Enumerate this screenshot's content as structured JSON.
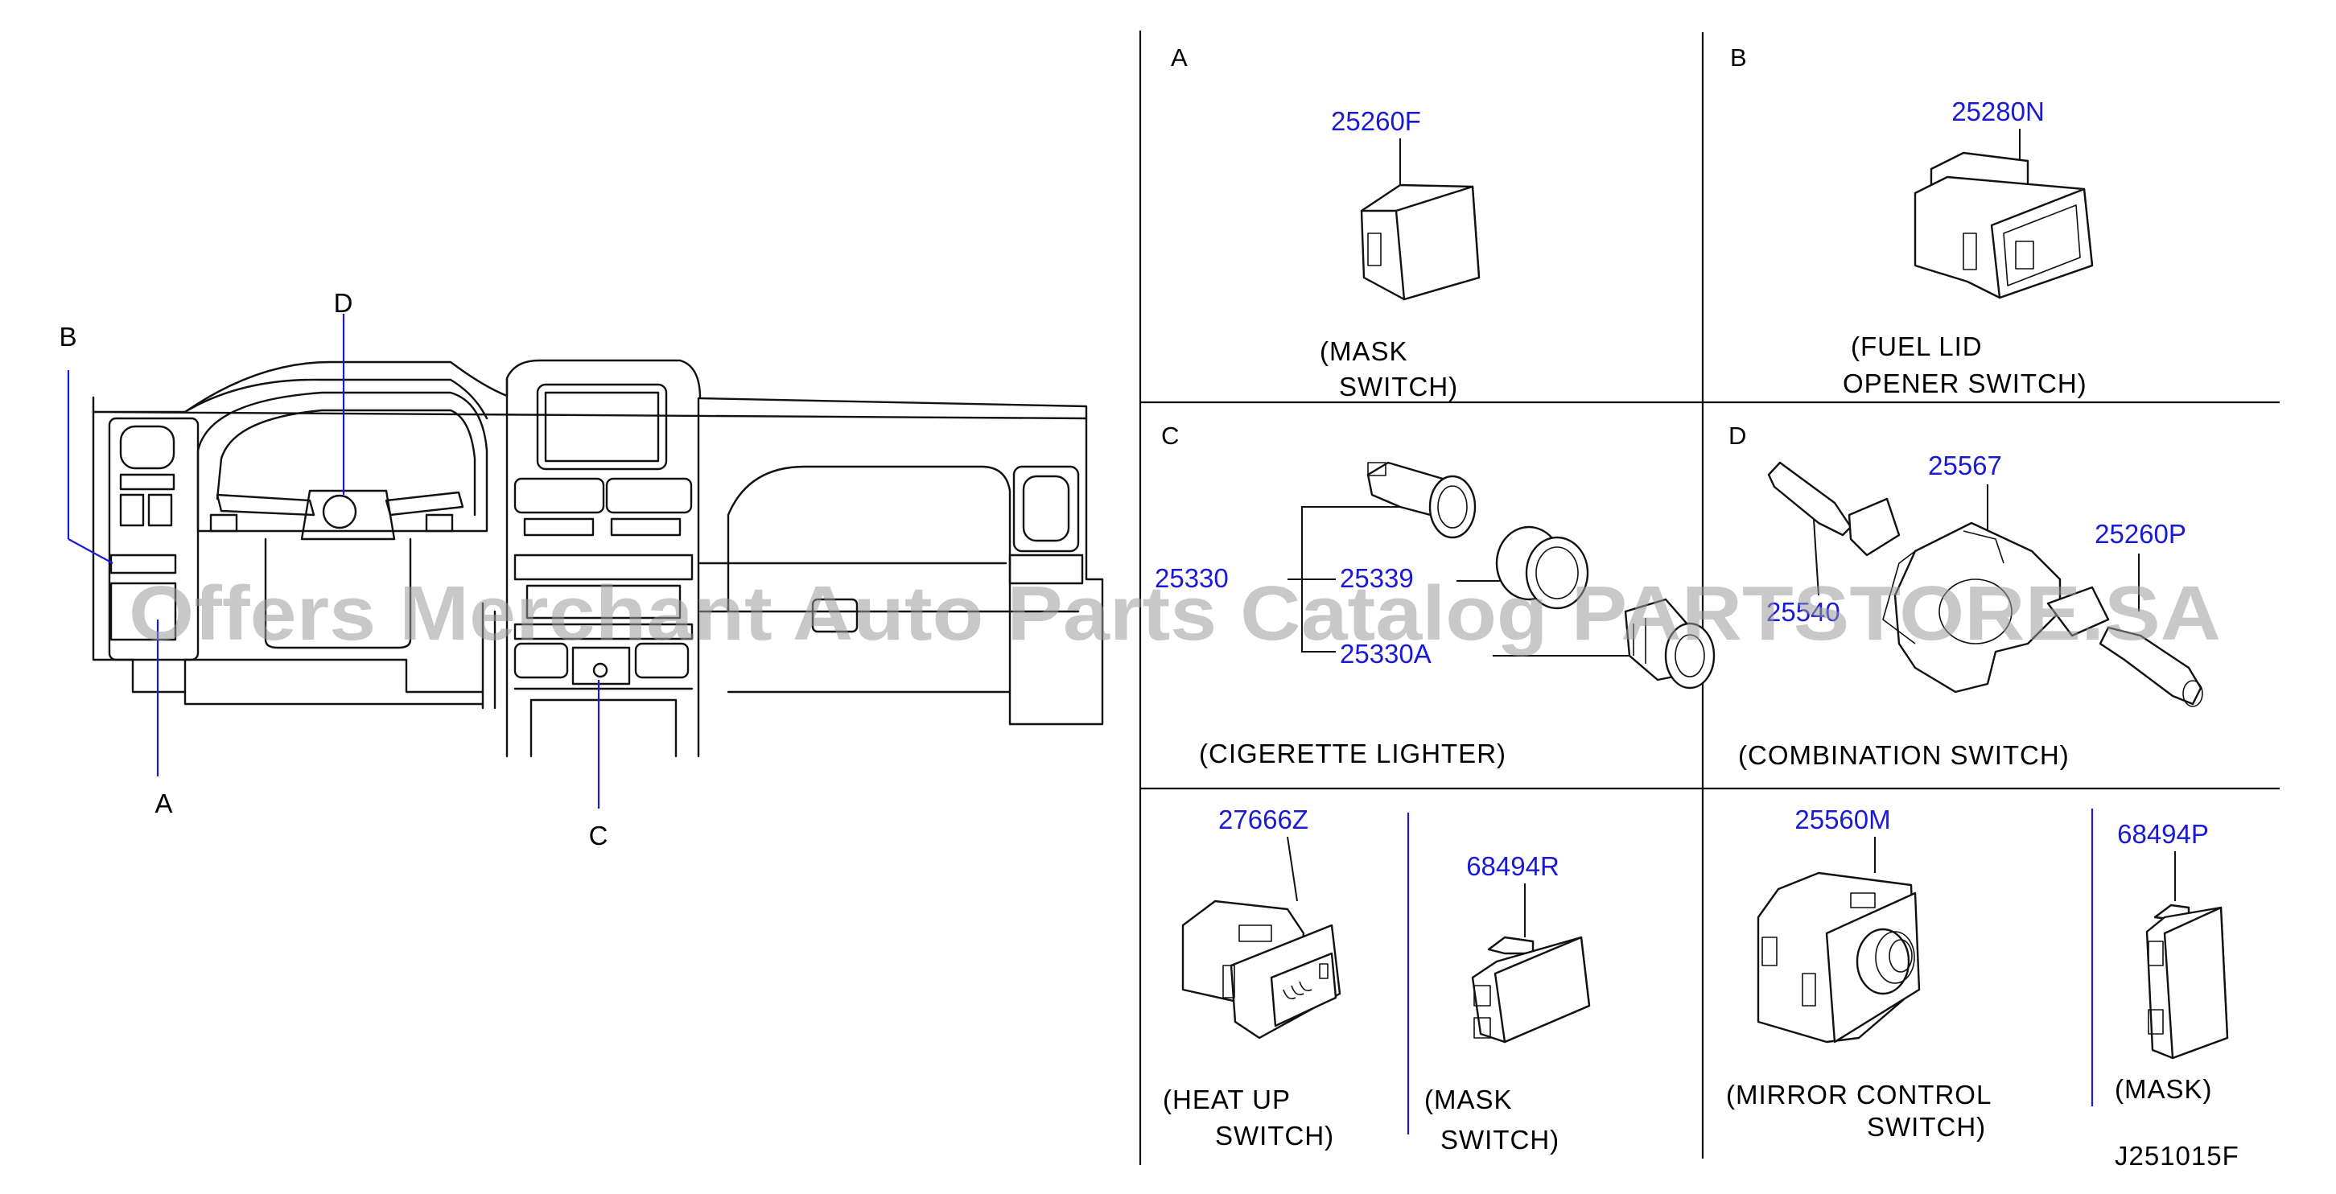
{
  "overview": {
    "callouts": {
      "a": "A",
      "b": "B",
      "c": "C",
      "d": "D"
    }
  },
  "sections": {
    "a": {
      "letter": "A",
      "part": "25260F",
      "caption": [
        "(MASK",
        "SWITCH)"
      ]
    },
    "b": {
      "letter": "B",
      "part": "25280N",
      "caption": [
        "(FUEL  LID",
        "OPENER  SWITCH)"
      ]
    },
    "c": {
      "letter": "C",
      "parts": [
        "25330",
        "25339",
        "25330A"
      ],
      "caption": "(CIGERETTE  LIGHTER)"
    },
    "d": {
      "letter": "D",
      "parts": [
        "25567",
        "25260P",
        "25540"
      ],
      "caption": "(COMBINATION  SWITCH)"
    },
    "heat": {
      "part": "27666Z",
      "caption": [
        "(HEAT  UP",
        "SWITCH)"
      ]
    },
    "mask_r": {
      "part": "68494R",
      "caption": [
        "(MASK",
        "SWITCH)"
      ]
    },
    "mirror": {
      "part": "25560M",
      "caption": [
        "(MIRROR     CONTROL",
        "SWITCH)"
      ]
    },
    "mask_p": {
      "part": "68494P",
      "caption": "(MASK)"
    }
  },
  "diagram_code": "J251015F",
  "watermark": "Offers Merchant Auto Parts Catalog PARTSTORE.SA",
  "colors": {
    "part_number": "#1a1ad6",
    "line": "#111111",
    "watermark": "#9a9a9a"
  }
}
